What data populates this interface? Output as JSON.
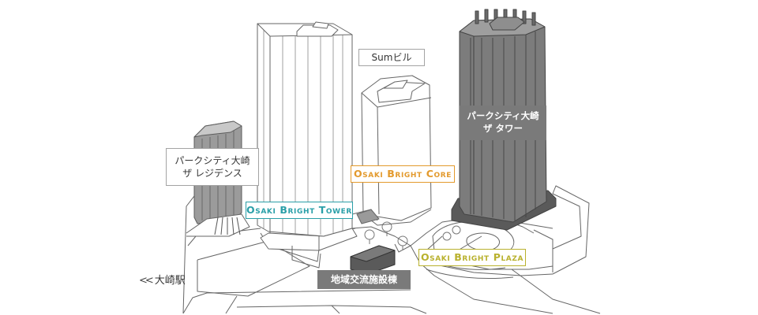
{
  "labels": {
    "sum_bldg": "Sumビル",
    "residence_line1": "パークシティ大崎",
    "residence_line2": "ザ レジデンス",
    "tower_line1": "パークシティ大崎",
    "tower_line2": "ザ タワー",
    "bright_tower": "Osaki Bright Tower",
    "bright_core": "Osaki Bright Core",
    "bright_plaza": "Osaki Bright Plaza",
    "community_facility": "地域交流施設棟",
    "station": "大崎駅"
  },
  "icons": {
    "station_arrow": "double-chevron-left-icon"
  },
  "colors": {
    "teal": "#2a9fa8",
    "orange": "#e39a2d",
    "olive": "#b9b12e",
    "dark_tower": "#7c7c7c",
    "line": "#666666"
  }
}
